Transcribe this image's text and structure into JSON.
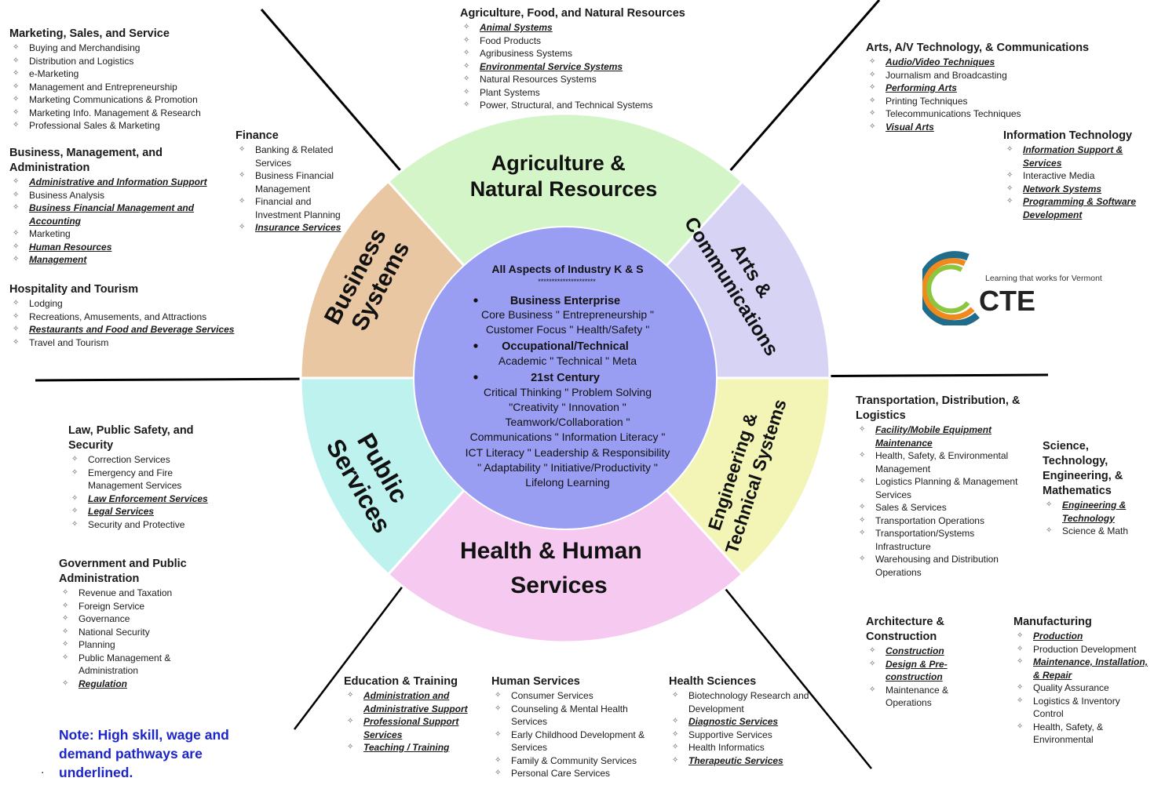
{
  "sectors": [
    {
      "id": "agriculture",
      "label": [
        "Agriculture &",
        "Natural Resources"
      ],
      "color": "#d4f5c8"
    },
    {
      "id": "arts",
      "label": [
        "Arts &",
        "Communications"
      ],
      "color": "#d7d3f5"
    },
    {
      "id": "engineering",
      "label": [
        "Engineering &",
        "Technical Systems"
      ],
      "color": "#f2f5b5"
    },
    {
      "id": "health",
      "label": [
        "Health & Human",
        "Services"
      ],
      "color": "#f5c9f0"
    },
    {
      "id": "public",
      "label": [
        "Public",
        "Services"
      ],
      "color": "#bdf2ef"
    },
    {
      "id": "business",
      "label": [
        "Business",
        "Systems"
      ],
      "color": "#e8c7a2"
    }
  ],
  "center": {
    "title": "All Aspects of Industry K & S",
    "stars": "*********************",
    "lines": [
      {
        "text": "Business Enterprise",
        "bold": true
      },
      {
        "text": "Core Business \" Entrepreneurship \"",
        "bold": false
      },
      {
        "text": "Customer Focus \" Health/Safety \"",
        "bold": false
      },
      {
        "text": "Occupational/Technical",
        "bold": true
      },
      {
        "text": "Academic \" Technical \" Meta",
        "bold": false
      },
      {
        "text": "21st Century",
        "bold": true
      },
      {
        "text": "Critical Thinking \" Problem Solving",
        "bold": false
      },
      {
        "text": "\"Creativity \" Innovation \"",
        "bold": false
      },
      {
        "text": "Teamwork/Collaboration \"",
        "bold": false
      },
      {
        "text": "Communications \" Information Literacy \"",
        "bold": false
      },
      {
        "text": "ICT Literacy \" Leadership & Responsibility",
        "bold": false
      },
      {
        "text": "\" Adaptability \" Initiative/Productivity \"",
        "bold": false
      },
      {
        "text": "Lifelong Learning",
        "bold": false
      }
    ],
    "color": "#9a9ef2"
  },
  "blocks": {
    "marketing": {
      "heading": "Marketing, Sales, and Service",
      "items": [
        {
          "t": "Buying and Merchandising",
          "u": false
        },
        {
          "t": "Distribution and Logistics",
          "u": false
        },
        {
          "t": "e-Marketing",
          "u": false
        },
        {
          "t": "Management and Entrepreneurship",
          "u": false
        },
        {
          "t": "Marketing Communications & Promotion",
          "u": false
        },
        {
          "t": "Marketing Info. Management & Research",
          "u": false
        },
        {
          "t": "Professional Sales & Marketing",
          "u": false
        }
      ]
    },
    "business_mgmt": {
      "heading": "Business, Management, and Administration",
      "items": [
        {
          "t": "Administrative and Information Support",
          "u": true
        },
        {
          "t": "Business Analysis",
          "u": false
        },
        {
          "t": "Business Financial Management and Accounting",
          "u": true
        },
        {
          "t": "Marketing",
          "u": false
        },
        {
          "t": "Human Resources",
          "u": true
        },
        {
          "t": "Management",
          "u": true
        }
      ]
    },
    "hospitality": {
      "heading": "Hospitality and Tourism",
      "items": [
        {
          "t": "Lodging",
          "u": false
        },
        {
          "t": "Recreations, Amusements, and Attractions",
          "u": false
        },
        {
          "t": "Restaurants and Food and Beverage Services",
          "u": true
        },
        {
          "t": "Travel and Tourism",
          "u": false
        }
      ]
    },
    "finance": {
      "heading": "Finance",
      "items": [
        {
          "t": "Banking & Related Services",
          "u": false
        },
        {
          "t": "Business Financial Management",
          "u": false
        },
        {
          "t": "Financial and Investment Planning",
          "u": false
        },
        {
          "t": "Insurance Services",
          "u": true
        }
      ]
    },
    "agriculture": {
      "heading": "Agriculture, Food, and Natural Resources",
      "items": [
        {
          "t": "Animal Systems",
          "u": true
        },
        {
          "t": "Food Products",
          "u": false
        },
        {
          "t": "Agribusiness Systems",
          "u": false
        },
        {
          "t": "Environmental Service Systems",
          "u": true
        },
        {
          "t": "Natural Resources Systems",
          "u": false
        },
        {
          "t": "Plant Systems",
          "u": false
        },
        {
          "t": "Power, Structural, and Technical Systems",
          "u": false
        }
      ]
    },
    "arts": {
      "heading": "Arts, A/V Technology, & Communications",
      "items": [
        {
          "t": "Audio/Video Techniques",
          "u": true
        },
        {
          "t": "Journalism and Broadcasting",
          "u": false
        },
        {
          "t": "Performing Arts",
          "u": true
        },
        {
          "t": "Printing Techniques",
          "u": false
        },
        {
          "t": "Telecommunications Techniques",
          "u": false
        },
        {
          "t": "Visual Arts",
          "u": true
        }
      ]
    },
    "it": {
      "heading": "Information Technology",
      "items": [
        {
          "t": "Information Support & Services",
          "u": true
        },
        {
          "t": "Interactive Media",
          "u": false
        },
        {
          "t": "Network Systems",
          "u": true
        },
        {
          "t": "Programming & Software Development",
          "u": true
        }
      ]
    },
    "law": {
      "heading": "Law, Public Safety, and Security",
      "items": [
        {
          "t": "Correction Services",
          "u": false
        },
        {
          "t": "Emergency and Fire Management Services",
          "u": false
        },
        {
          "t": "Law Enforcement Services",
          "u": true
        },
        {
          "t": "Legal Services",
          "u": true
        },
        {
          "t": "Security and Protective",
          "u": false
        }
      ]
    },
    "government": {
      "heading": "Government and Public Administration",
      "items": [
        {
          "t": "Revenue and Taxation",
          "u": false
        },
        {
          "t": "Foreign Service",
          "u": false
        },
        {
          "t": "Governance",
          "u": false
        },
        {
          "t": "National Security",
          "u": false
        },
        {
          "t": "Planning",
          "u": false
        },
        {
          "t": "Public Management & Administration",
          "u": false
        },
        {
          "t": "Regulation",
          "u": true
        }
      ]
    },
    "transportation": {
      "heading": "Transportation, Distribution, & Logistics",
      "items": [
        {
          "t": "Facility/Mobile Equipment Maintenance",
          "u": true
        },
        {
          "t": "Health, Safety, & Environmental Management",
          "u": false
        },
        {
          "t": "Logistics Planning & Management Services",
          "u": false
        },
        {
          "t": "Sales & Services",
          "u": false
        },
        {
          "t": "Transportation Operations",
          "u": false
        },
        {
          "t": "Transportation/Systems Infrastructure",
          "u": false
        },
        {
          "t": "Warehousing and Distribution Operations",
          "u": false
        }
      ]
    },
    "stem": {
      "heading": "Science, Technology, Engineering, & Mathematics",
      "items": [
        {
          "t": "Engineering & Technology",
          "u": true
        },
        {
          "t": "Science & Math",
          "u": false
        }
      ]
    },
    "architecture": {
      "heading": "Architecture & Construction",
      "items": [
        {
          "t": "Construction",
          "u": true
        },
        {
          "t": "Design & Pre-construction",
          "u": true
        },
        {
          "t": "Maintenance & Operations",
          "u": false
        }
      ]
    },
    "manufacturing": {
      "heading": "Manufacturing",
      "items": [
        {
          "t": "Production",
          "u": true
        },
        {
          "t": "Production Development",
          "u": false
        },
        {
          "t": "Maintenance, Installation, & Repair",
          "u": true
        },
        {
          "t": "Quality Assurance",
          "u": false
        },
        {
          "t": "Logistics & Inventory Control",
          "u": false
        },
        {
          "t": "Health, Safety, & Environmental",
          "u": false
        }
      ]
    },
    "education": {
      "heading": "Education & Training",
      "items": [
        {
          "t": "Administration and Administrative Support",
          "u": true
        },
        {
          "t": "Professional Support Services",
          "u": true
        },
        {
          "t": "Teaching / Training",
          "u": true
        }
      ]
    },
    "human_services": {
      "heading": "Human Services",
      "items": [
        {
          "t": "Consumer Services",
          "u": false
        },
        {
          "t": "Counseling & Mental Health Services",
          "u": false
        },
        {
          "t": "Early Childhood Development & Services",
          "u": false
        },
        {
          "t": "Family & Community Services",
          "u": false
        },
        {
          "t": "Personal Care Services",
          "u": false
        }
      ]
    },
    "health_sciences": {
      "heading": "Health Sciences",
      "items": [
        {
          "t": "Biotechnology Research and Development",
          "u": false
        },
        {
          "t": "Diagnostic Services",
          "u": true
        },
        {
          "t": "Supportive Services",
          "u": false
        },
        {
          "t": "Health Informatics",
          "u": false
        },
        {
          "t": "Therapeutic Services",
          "u": true
        }
      ]
    }
  },
  "note": "Note:  High skill, wage and demand pathways are underlined.",
  "note_bullet": ".",
  "logo": {
    "tagline": "Learning that works for Vermont",
    "name": "CTE"
  }
}
